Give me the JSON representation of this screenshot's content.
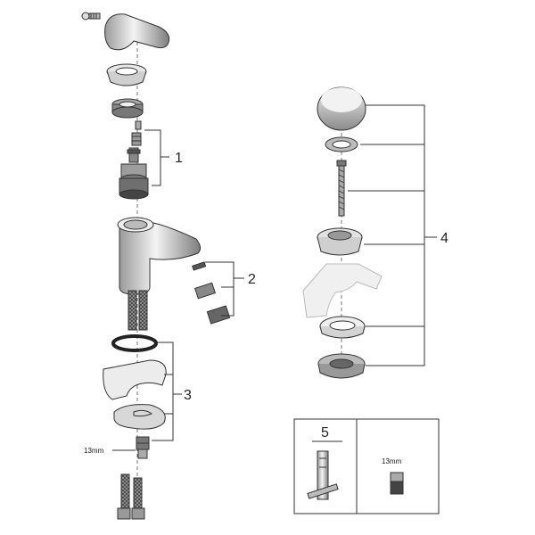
{
  "callouts": [
    {
      "id": "1",
      "text": "1"
    },
    {
      "id": "2",
      "text": "2"
    },
    {
      "id": "3",
      "text": "3"
    },
    {
      "id": "4",
      "text": "4"
    },
    {
      "id": "5",
      "text": "5"
    }
  ],
  "dimensions": {
    "mixer_nut": "13mm",
    "service_nut": "13mm"
  }
}
